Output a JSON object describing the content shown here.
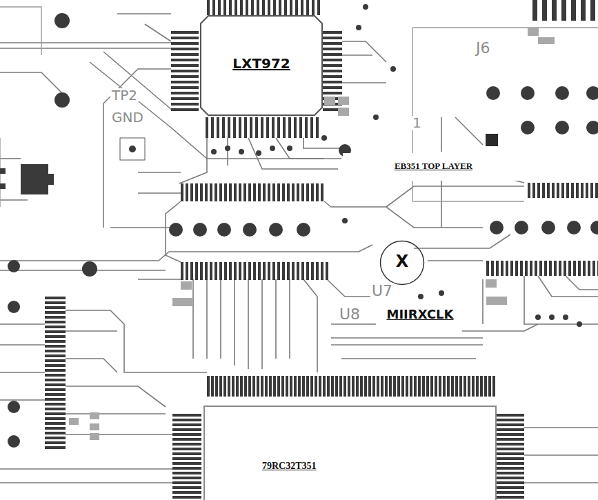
{
  "diagram": {
    "nodes": [
      {
        "text": [
          "LXT972"
        ]
      },
      {
        "text": [
          "EB351 TOP LAYER"
        ]
      },
      {
        "text": [
          "X"
        ]
      },
      {
        "text": [
          "MIIRXCLK"
        ]
      },
      {
        "text": [
          "79RC32T351"
        ]
      }
    ],
    "labels": [
      "TP2",
      "GND",
      "J6",
      "1",
      "U7",
      "U8"
    ]
  }
}
